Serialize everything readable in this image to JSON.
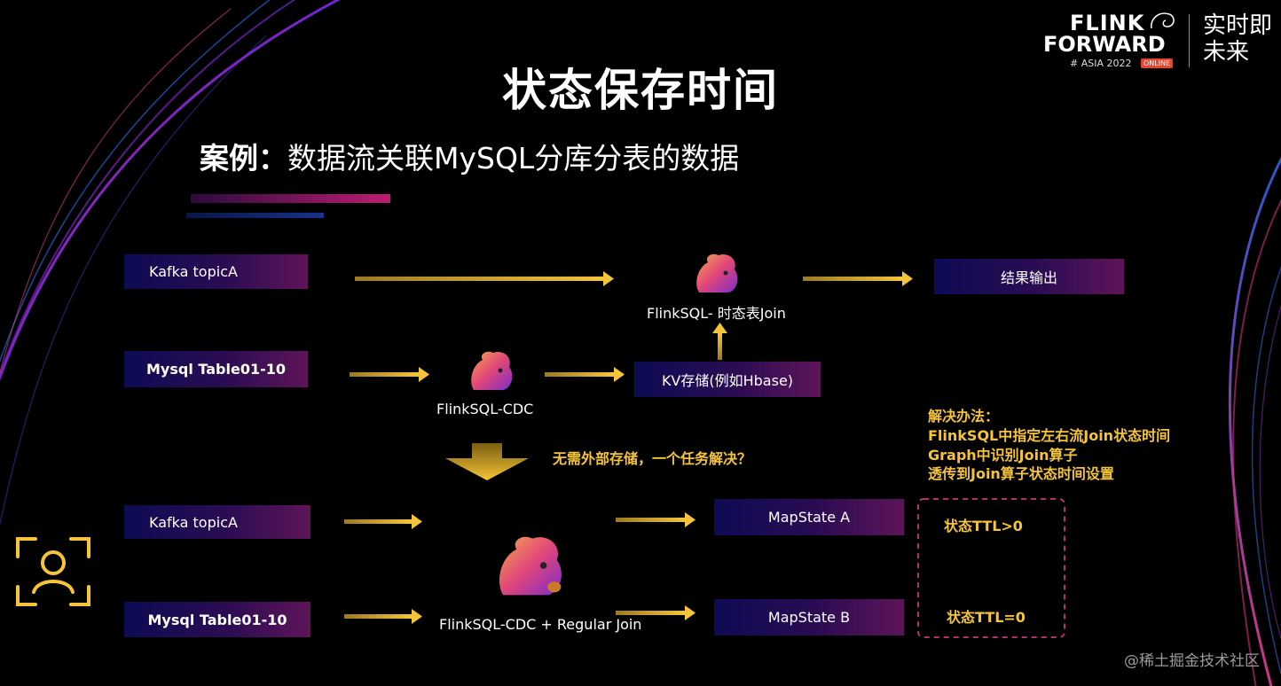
{
  "logo": {
    "line1": "FLINK",
    "line2": "FORWARD",
    "line3": "# ASIA 2022",
    "badge": "ONLINE",
    "chinese": "实时即未来"
  },
  "title": "状态保存时间",
  "subtitle": {
    "prefix": "案例：",
    "text": "数据流关联MySQL分库分表的数据"
  },
  "top_diagram": {
    "kafka": "Kafka topicA",
    "mysql": "Mysql Table01-10",
    "cdc_label": "FlinkSQL-CDC",
    "kv": "KV存储(例如Hbase)",
    "join_label": "FlinkSQL- 时态表Join",
    "output": "结果输出"
  },
  "middle": {
    "question": "无需外部存储，一个任务解决？",
    "solution_title": "解决办法：",
    "solution_lines": [
      "FlinkSQL中指定左右流Join状态时间",
      "Graph中识别Join算子",
      "透传到Join算子状态时间设置"
    ]
  },
  "bottom_diagram": {
    "kafka": "Kafka topicA",
    "mysql": "Mysql Table01-10",
    "center_label": "FlinkSQL-CDC + Regular Join",
    "state_a": "MapState A",
    "state_b": "MapState B",
    "ttl_a": "状态TTL>0",
    "ttl_b": "状态TTL=0"
  },
  "watermark": "@稀土掘金技术社区",
  "colors": {
    "arrow": "#f6c438",
    "solution_text": "#f6c438",
    "dashed_border": "#b0336a",
    "box_start": "#0d0b55",
    "box_end": "#5e1459"
  }
}
